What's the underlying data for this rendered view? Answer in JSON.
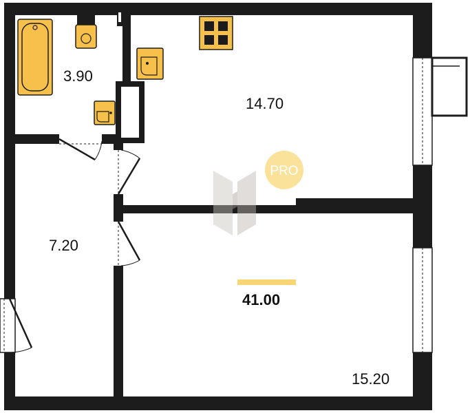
{
  "rooms": {
    "bathroom_area": "3.90",
    "kitchen_living_area": "14.70",
    "hallway_area": "7.20",
    "bedroom_area": "15.20"
  },
  "total_area": "41.00",
  "badge": {
    "text": "PRO"
  },
  "colors": {
    "wall": "#1c1c1c",
    "fixture": "#f7c04a",
    "accent": "#f9d575",
    "badge": "#fbe29a",
    "watermark": "#c9c4bd"
  },
  "icons": [
    "bathtub-icon",
    "toilet-icon",
    "sink-icon",
    "stove-icon",
    "logo-watermark-icon"
  ]
}
